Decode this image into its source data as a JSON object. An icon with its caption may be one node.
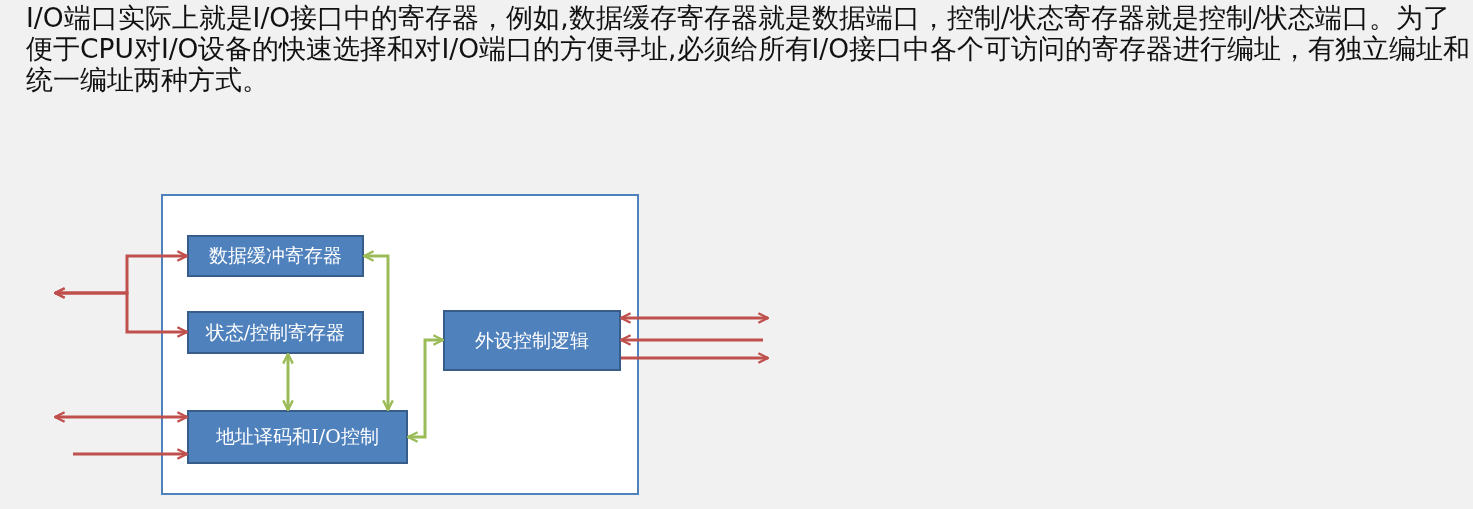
{
  "diagram": {
    "nodes": [
      {
        "text": [],
        "shape": "box"
      },
      {
        "text": [
          "数据缓冲寄存器"
        ],
        "in": 0
      },
      {
        "text": [
          "状态/控制寄存器"
        ],
        "in": 0
      },
      {
        "text": [
          "外设控制逻辑"
        ],
        "in": 0
      },
      {
        "text": [
          "地址译码和I/O控制"
        ],
        "in": 0
      }
    ],
    "edges": [
      {
        "from": null,
        "to": 1,
        "arrow": "both"
      },
      {
        "from": null,
        "to": 2,
        "arrow": "both"
      },
      {
        "from": null,
        "to": 4,
        "arrow": "both"
      },
      {
        "from": null,
        "to": 4,
        "arrow": "to"
      },
      {
        "from": 2,
        "to": 4,
        "arrow": "both",
        "color": "#9bbb59"
      },
      {
        "from": 1,
        "to": 4,
        "arrow": "both",
        "color": "#9bbb59"
      },
      {
        "from": 4,
        "to": 3,
        "arrow": "both",
        "color": "#9bbb59"
      },
      {
        "from": 3,
        "to": null,
        "arrow": "both"
      },
      {
        "from": null,
        "to": 3,
        "arrow": "to"
      },
      {
        "from": 3,
        "to": null,
        "arrow": "to"
      }
    ],
    "labels": [
      "I/O端口实际上就是I/O接口中的寄存器，例如,数据缓存寄存器就是数据端口，控制/状态寄存器就是控制/状态端口。为了便于CPU对I/O设备的快速选择和对I/O端口的方便寻址,必须给所有I/O接口中各个可访问的寄存器进行编址，有独立编址和统一编址两种方式。"
    ]
  }
}
